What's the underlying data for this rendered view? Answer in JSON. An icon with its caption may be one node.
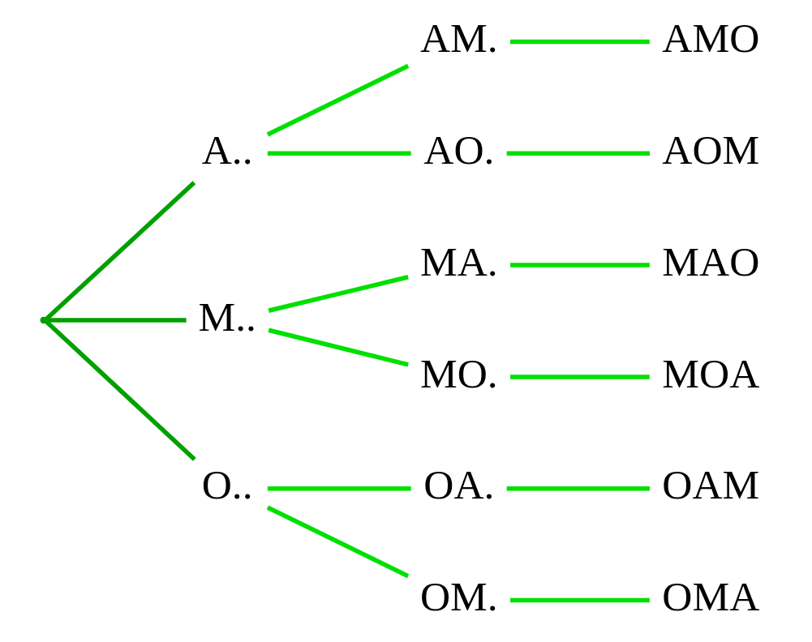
{
  "diagram": {
    "nodes": [
      {
        "text": [],
        "shape": "point"
      },
      {
        "text": [
          "A.."
        ]
      },
      {
        "text": [
          "M.."
        ]
      },
      {
        "text": [
          "O.."
        ]
      },
      {
        "text": [
          "AM."
        ]
      },
      {
        "text": [
          "AO."
        ]
      },
      {
        "text": [
          "MA."
        ]
      },
      {
        "text": [
          "MO."
        ]
      },
      {
        "text": [
          "OA."
        ]
      },
      {
        "text": [
          "OM."
        ]
      },
      {
        "text": [
          "AMO"
        ]
      },
      {
        "text": [
          "AOM"
        ]
      },
      {
        "text": [
          "MAO"
        ]
      },
      {
        "text": [
          "MOA"
        ]
      },
      {
        "text": [
          "OAM"
        ]
      },
      {
        "text": [
          "OMA"
        ]
      }
    ],
    "edges": [
      {
        "from": 0,
        "to": 1,
        "arrow": "none",
        "color": "#00a000"
      },
      {
        "from": 0,
        "to": 2,
        "arrow": "none",
        "color": "#00a000"
      },
      {
        "from": 0,
        "to": 3,
        "arrow": "none",
        "color": "#00a000"
      },
      {
        "from": 1,
        "to": 4,
        "arrow": "none"
      },
      {
        "from": 1,
        "to": 5,
        "arrow": "none"
      },
      {
        "from": 2,
        "to": 6,
        "arrow": "none"
      },
      {
        "from": 2,
        "to": 7,
        "arrow": "none"
      },
      {
        "from": 3,
        "to": 8,
        "arrow": "none"
      },
      {
        "from": 3,
        "to": 9,
        "arrow": "none"
      },
      {
        "from": 4,
        "to": 10,
        "arrow": "none"
      },
      {
        "from": 5,
        "to": 11,
        "arrow": "none"
      },
      {
        "from": 6,
        "to": 12,
        "arrow": "none"
      },
      {
        "from": 7,
        "to": 13,
        "arrow": "none"
      },
      {
        "from": 8,
        "to": 14,
        "arrow": "none"
      },
      {
        "from": 9,
        "to": 15,
        "arrow": "none"
      }
    ]
  }
}
